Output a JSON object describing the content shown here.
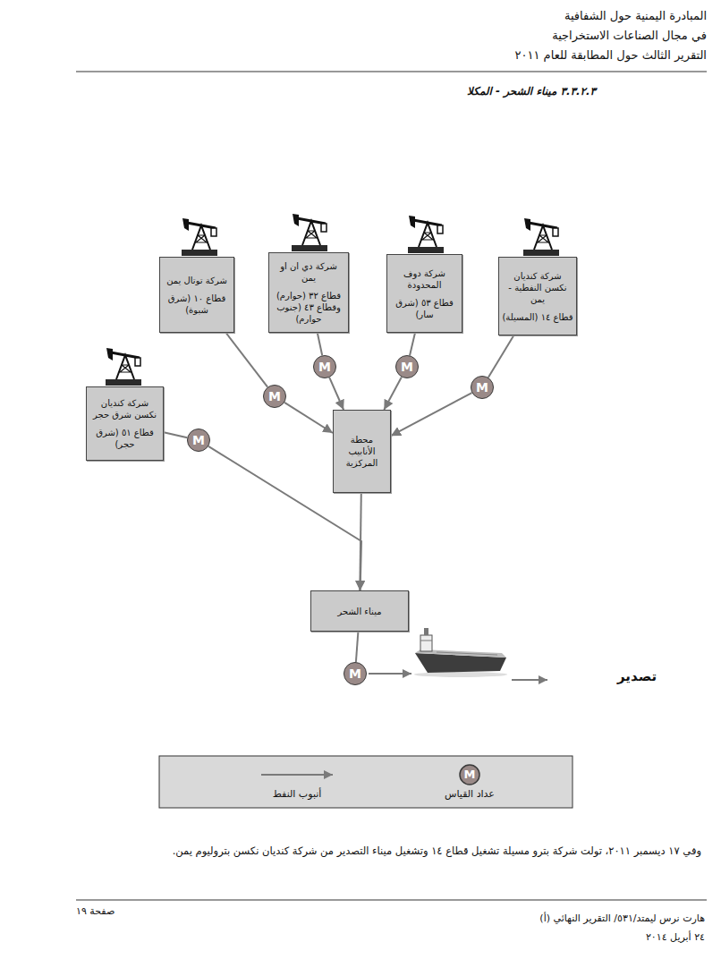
{
  "diagram": {
    "title": "٣.٣.٢.٣ ميناء الشحر - المكلا",
    "nodes": [
      {
        "text": [
          "شركة توتال يمن",
          "قطاع ١٠ (شرق شبوة)"
        ]
      },
      {
        "text": [
          "شركة دي ان او يمن",
          "قطاع ٣٢ (حوارم) وقطاع ٤٣ (جنوب حوارم)"
        ]
      },
      {
        "text": [
          "شركة دوف المحدودة",
          "قطاع ٥٣ (شرق سار)"
        ]
      },
      {
        "text": [
          "شركة كنديان نكسن النفطية - يمن",
          "قطاع ١٤ (المسيلة)"
        ]
      },
      {
        "text": [
          "شركة كنديان نكسن شرق حجر",
          "قطاع ٥١ (شرق حجر)"
        ]
      },
      {
        "text": [
          "M"
        ]
      },
      {
        "text": [
          "M"
        ]
      },
      {
        "text": [
          "M"
        ]
      },
      {
        "text": [
          "M"
        ]
      },
      {
        "text": [
          "M"
        ]
      },
      {
        "text": [
          "محطة الأنابيب المركزية"
        ]
      },
      {
        "text": [
          "ميناء الشحر"
        ]
      },
      {
        "text": [
          "M"
        ]
      }
    ],
    "edges": [
      {
        "from": 0,
        "to": 5,
        "arrow": "none"
      },
      {
        "from": 5,
        "to": 10,
        "arrow": "to"
      },
      {
        "from": 1,
        "to": 6,
        "arrow": "none"
      },
      {
        "from": 6,
        "to": 10,
        "arrow": "to"
      },
      {
        "from": 2,
        "to": 7,
        "arrow": "none"
      },
      {
        "from": 7,
        "to": 10,
        "arrow": "to"
      },
      {
        "from": 3,
        "to": 8,
        "arrow": "none"
      },
      {
        "from": 8,
        "to": 10,
        "arrow": "to"
      },
      {
        "from": 4,
        "to": 9,
        "arrow": "none"
      },
      {
        "from": 9,
        "to": 11,
        "arrow": "to"
      },
      {
        "from": 10,
        "to": 11,
        "arrow": "to"
      },
      {
        "from": 11,
        "to": 12,
        "arrow": "none"
      }
    ],
    "labels": [
      "المبادرة اليمنية حول الشفافية",
      "في مجال الصناعات الاستخراجية",
      "التقرير الثالث حول المطابقة للعام ٢٠١١",
      "تصدير",
      "M",
      "وفي ١٧ ديسمبر ٢٠١١، تولت شركة بترو مسيلة تشغيل قطاع ١٤ وتشغيل ميناء التصدير من شركة كنديان نكسن بتروليوم يمن.",
      "صفحة ١٩",
      "هارت نرس ليمتد/٥٣١/ التقرير النهائي (أ)",
      "٢٤ أبريل ٢٠١٤"
    ],
    "legend": [
      {
        "text": "أنبوب النفط"
      },
      {
        "text": "عداد القياس"
      }
    ]
  }
}
